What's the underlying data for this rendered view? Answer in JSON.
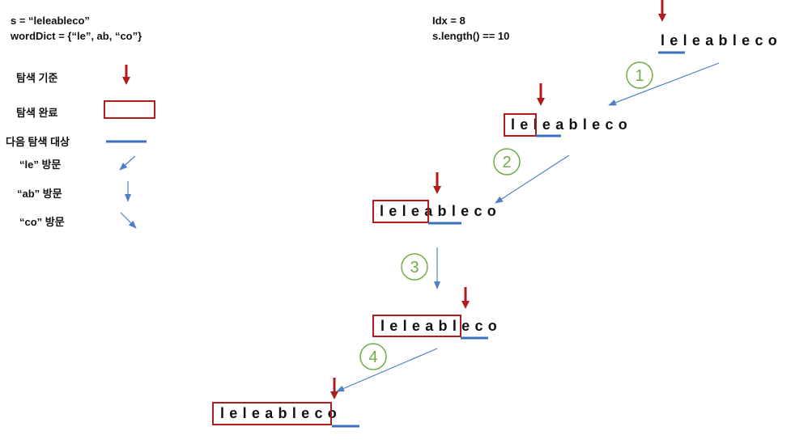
{
  "header": {
    "s_line": "s = “leleableco”",
    "dict_line": "wordDict = {“le”, ab, “co”}",
    "idx_line": "Idx = 8",
    "len_line": "s.length() == 10"
  },
  "legend": {
    "pointer": "탐색 기준",
    "done": "탐색 완료",
    "next": "다음 탐색 대상",
    "visit_le": "“le” 방문",
    "visit_ab": "“ab” 방문",
    "visit_co": "“co” 방문"
  },
  "steps": [
    {
      "text": "leleableco"
    },
    {
      "text": "leleableco"
    },
    {
      "text": "leleableco"
    },
    {
      "text": "leleableco"
    },
    {
      "text": "leleableco"
    }
  ],
  "step_numbers": [
    "1",
    "2",
    "3",
    "4"
  ],
  "colors": {
    "pointer": "#b01c1c",
    "box": "#b01c1c",
    "underline": "#3c6fbe",
    "arrow": "#4d80c8",
    "step_circle": "#70ad47"
  }
}
